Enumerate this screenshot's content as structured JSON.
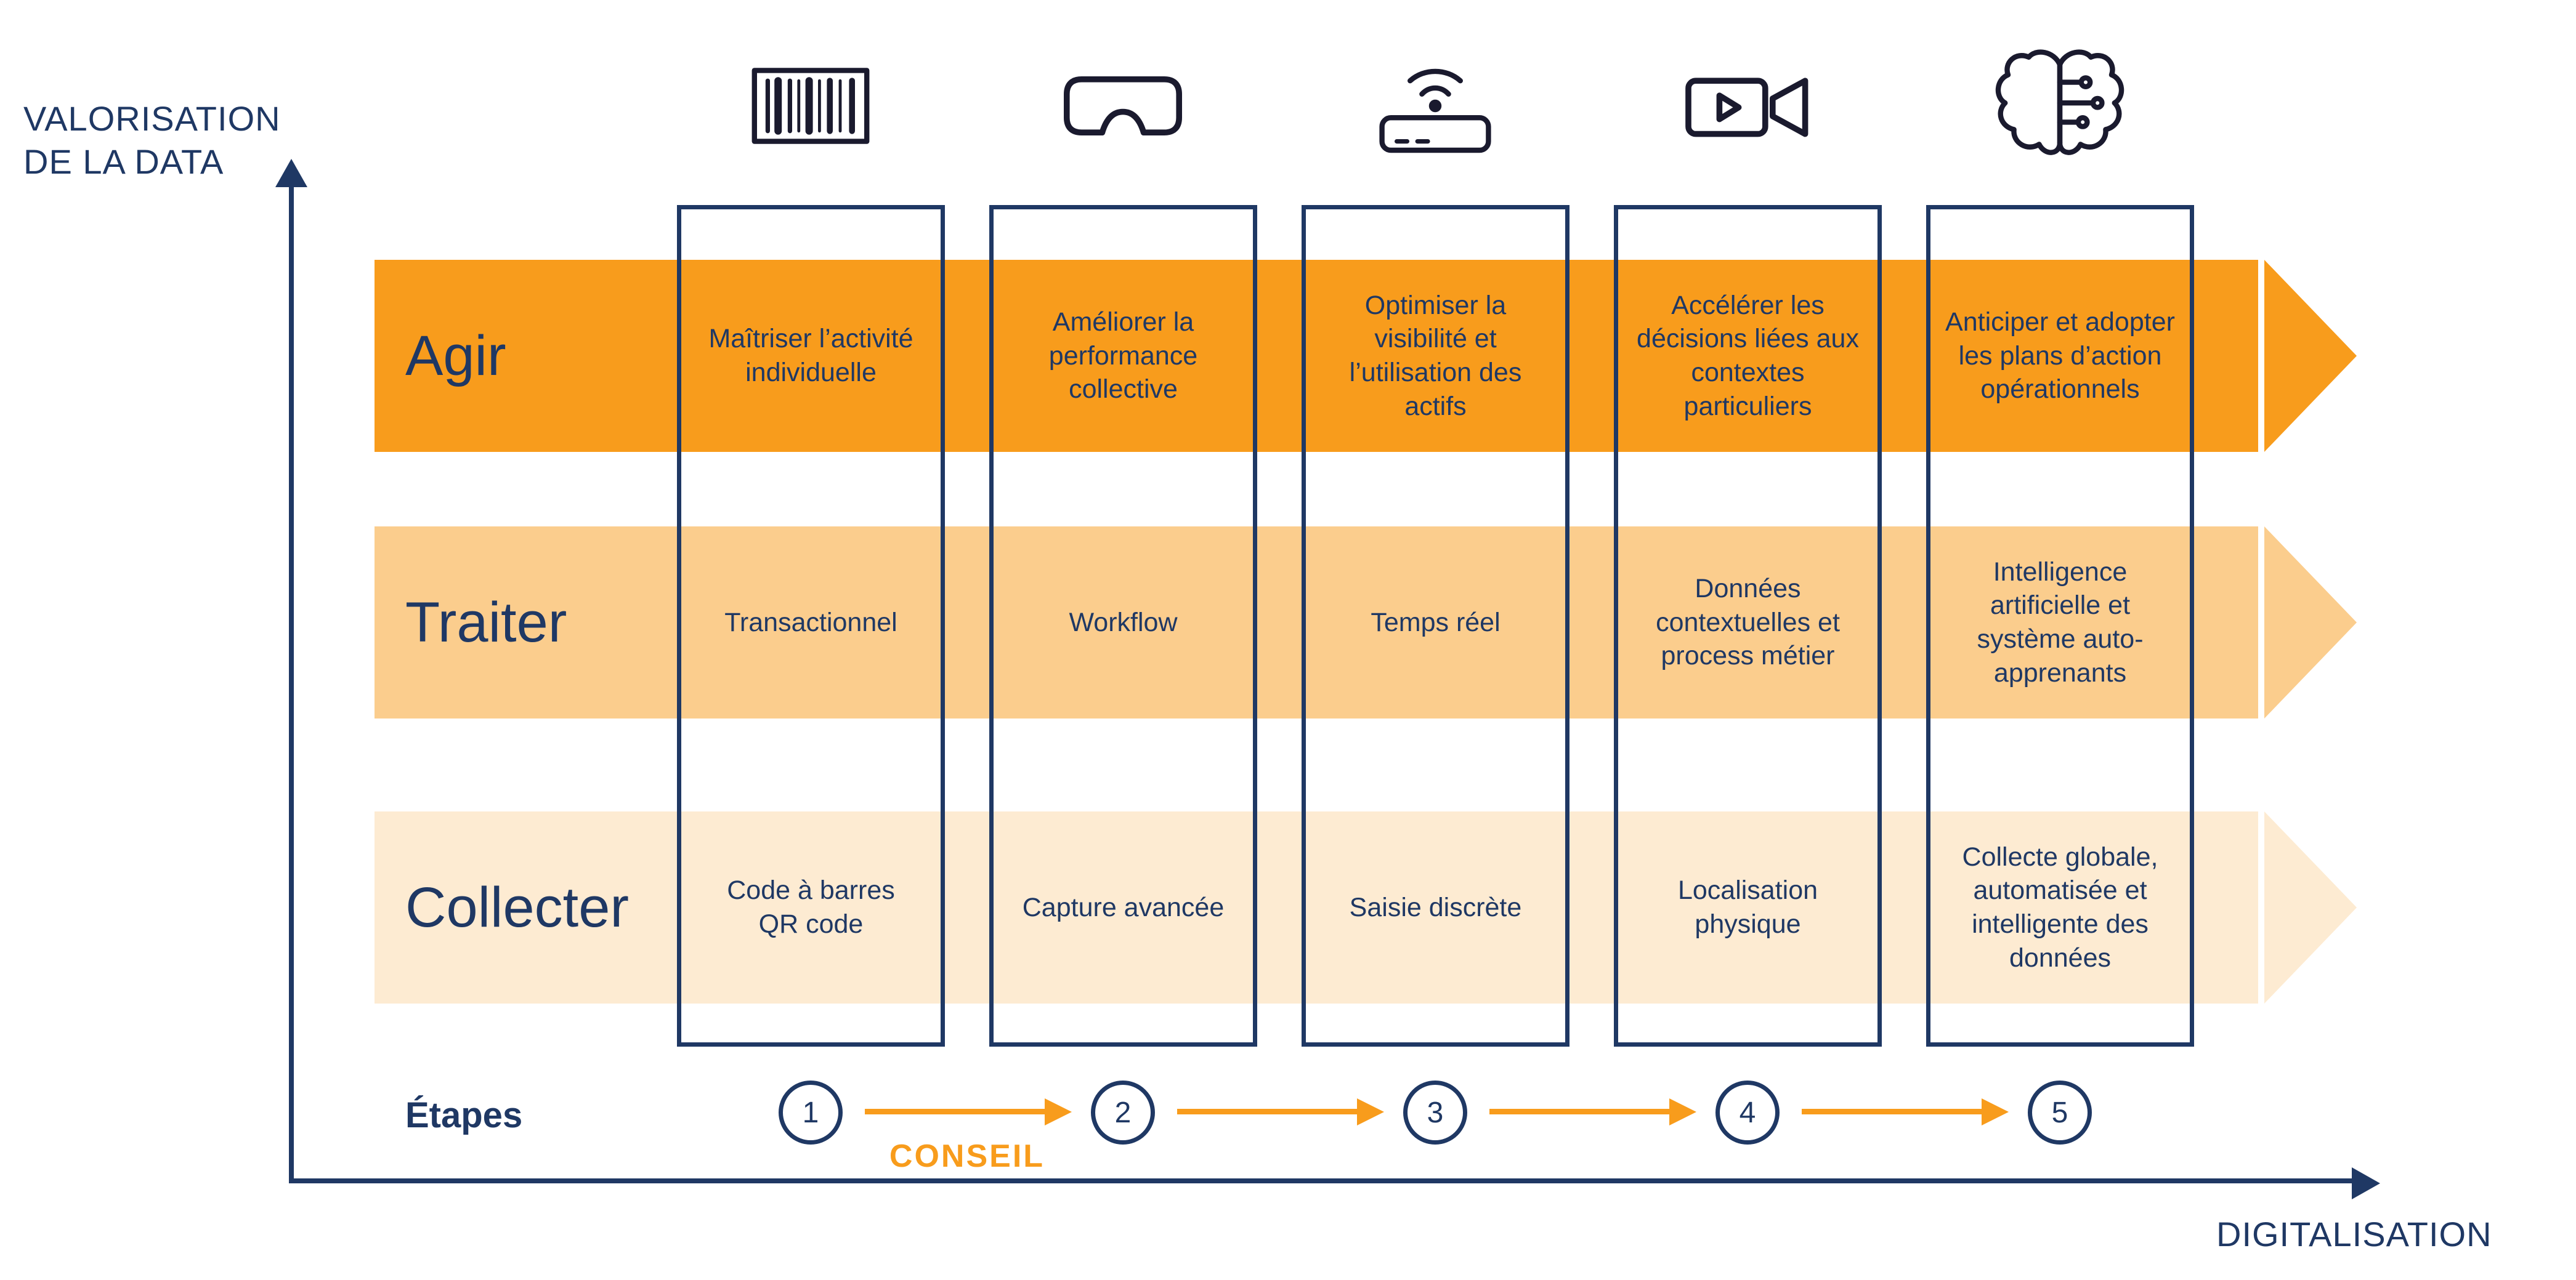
{
  "colors": {
    "navy": "#1F3864",
    "orange_strong": "#F89C1C",
    "orange_medium": "#FBCD8D",
    "orange_light": "#FDEBD2"
  },
  "axes": {
    "y_label_line1": "VALORISATION",
    "y_label_line2": "DE LA DATA",
    "x_label": "DIGITALISATION"
  },
  "icons": [
    "barcode-icon",
    "vr-headset-icon",
    "wifi-router-icon",
    "video-camera-icon",
    "brain-ai-icon"
  ],
  "rows": [
    {
      "label": "Agir",
      "cells": [
        "Maîtriser l’activité individuelle",
        "Améliorer la performance collective",
        "Optimiser la visibilité et l’utilisation des actifs",
        "Accélérer les décisions liées aux contextes particuliers",
        "Anticiper et adopter les plans d’action opérationnels"
      ]
    },
    {
      "label": "Traiter",
      "cells": [
        "Transactionnel",
        "Workflow",
        "Temps réel",
        "Données contextuelles et process métier",
        "Intelligence artificielle et système auto-apprenants"
      ]
    },
    {
      "label": "Collecter",
      "cells": [
        "Code à barres\nQR code",
        "Capture avancée",
        "Saisie discrète",
        "Localisation physique",
        "Collecte globale, automatisée et intelligente des données"
      ]
    }
  ],
  "steps": {
    "label": "Étapes",
    "numbers": [
      "1",
      "2",
      "3",
      "4",
      "5"
    ],
    "annotation": "CONSEIL"
  }
}
